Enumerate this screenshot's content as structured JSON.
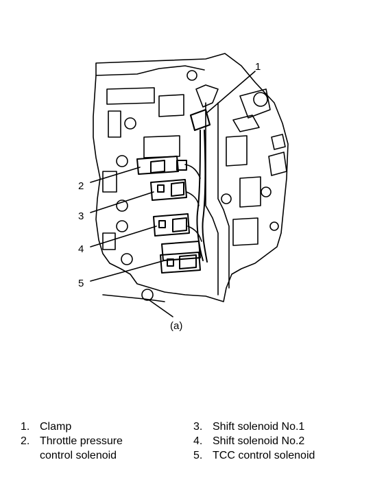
{
  "callouts": [
    "1",
    "2",
    "3",
    "4",
    "5"
  ],
  "view_label": "(a)",
  "legend": [
    {
      "num": "1.",
      "lines": [
        "Clamp"
      ]
    },
    {
      "num": "2.",
      "lines": [
        "Throttle pressure",
        "control solenoid"
      ]
    },
    {
      "num": "3.",
      "lines": [
        "Shift solenoid No.1"
      ]
    },
    {
      "num": "4.",
      "lines": [
        "Shift solenoid No.2"
      ]
    },
    {
      "num": "5.",
      "lines": [
        "TCC control solenoid"
      ]
    }
  ]
}
